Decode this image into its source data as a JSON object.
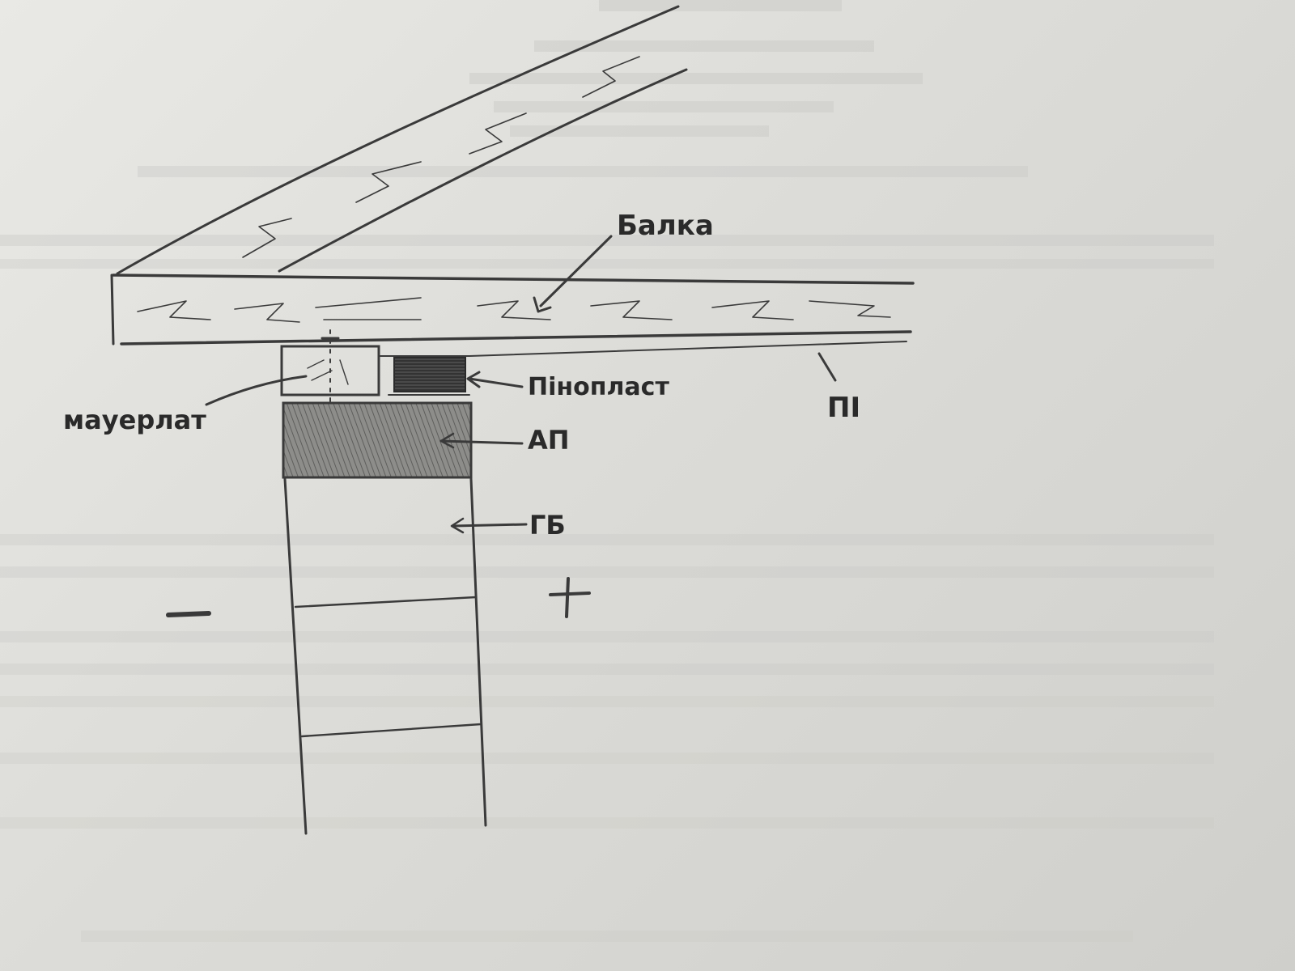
{
  "labels": {
    "beam": "Балка",
    "mauerlat": "мауерлат",
    "foam": "Пінопласт",
    "pi": "ПІ",
    "ap": "АП",
    "gb": "ГБ",
    "minus": "-",
    "plus": "+"
  },
  "colors": {
    "paper": "#dcdcd8",
    "pencil": "#3a3a3a",
    "membrane": "#27339a",
    "shading": "#6b6b6b"
  }
}
